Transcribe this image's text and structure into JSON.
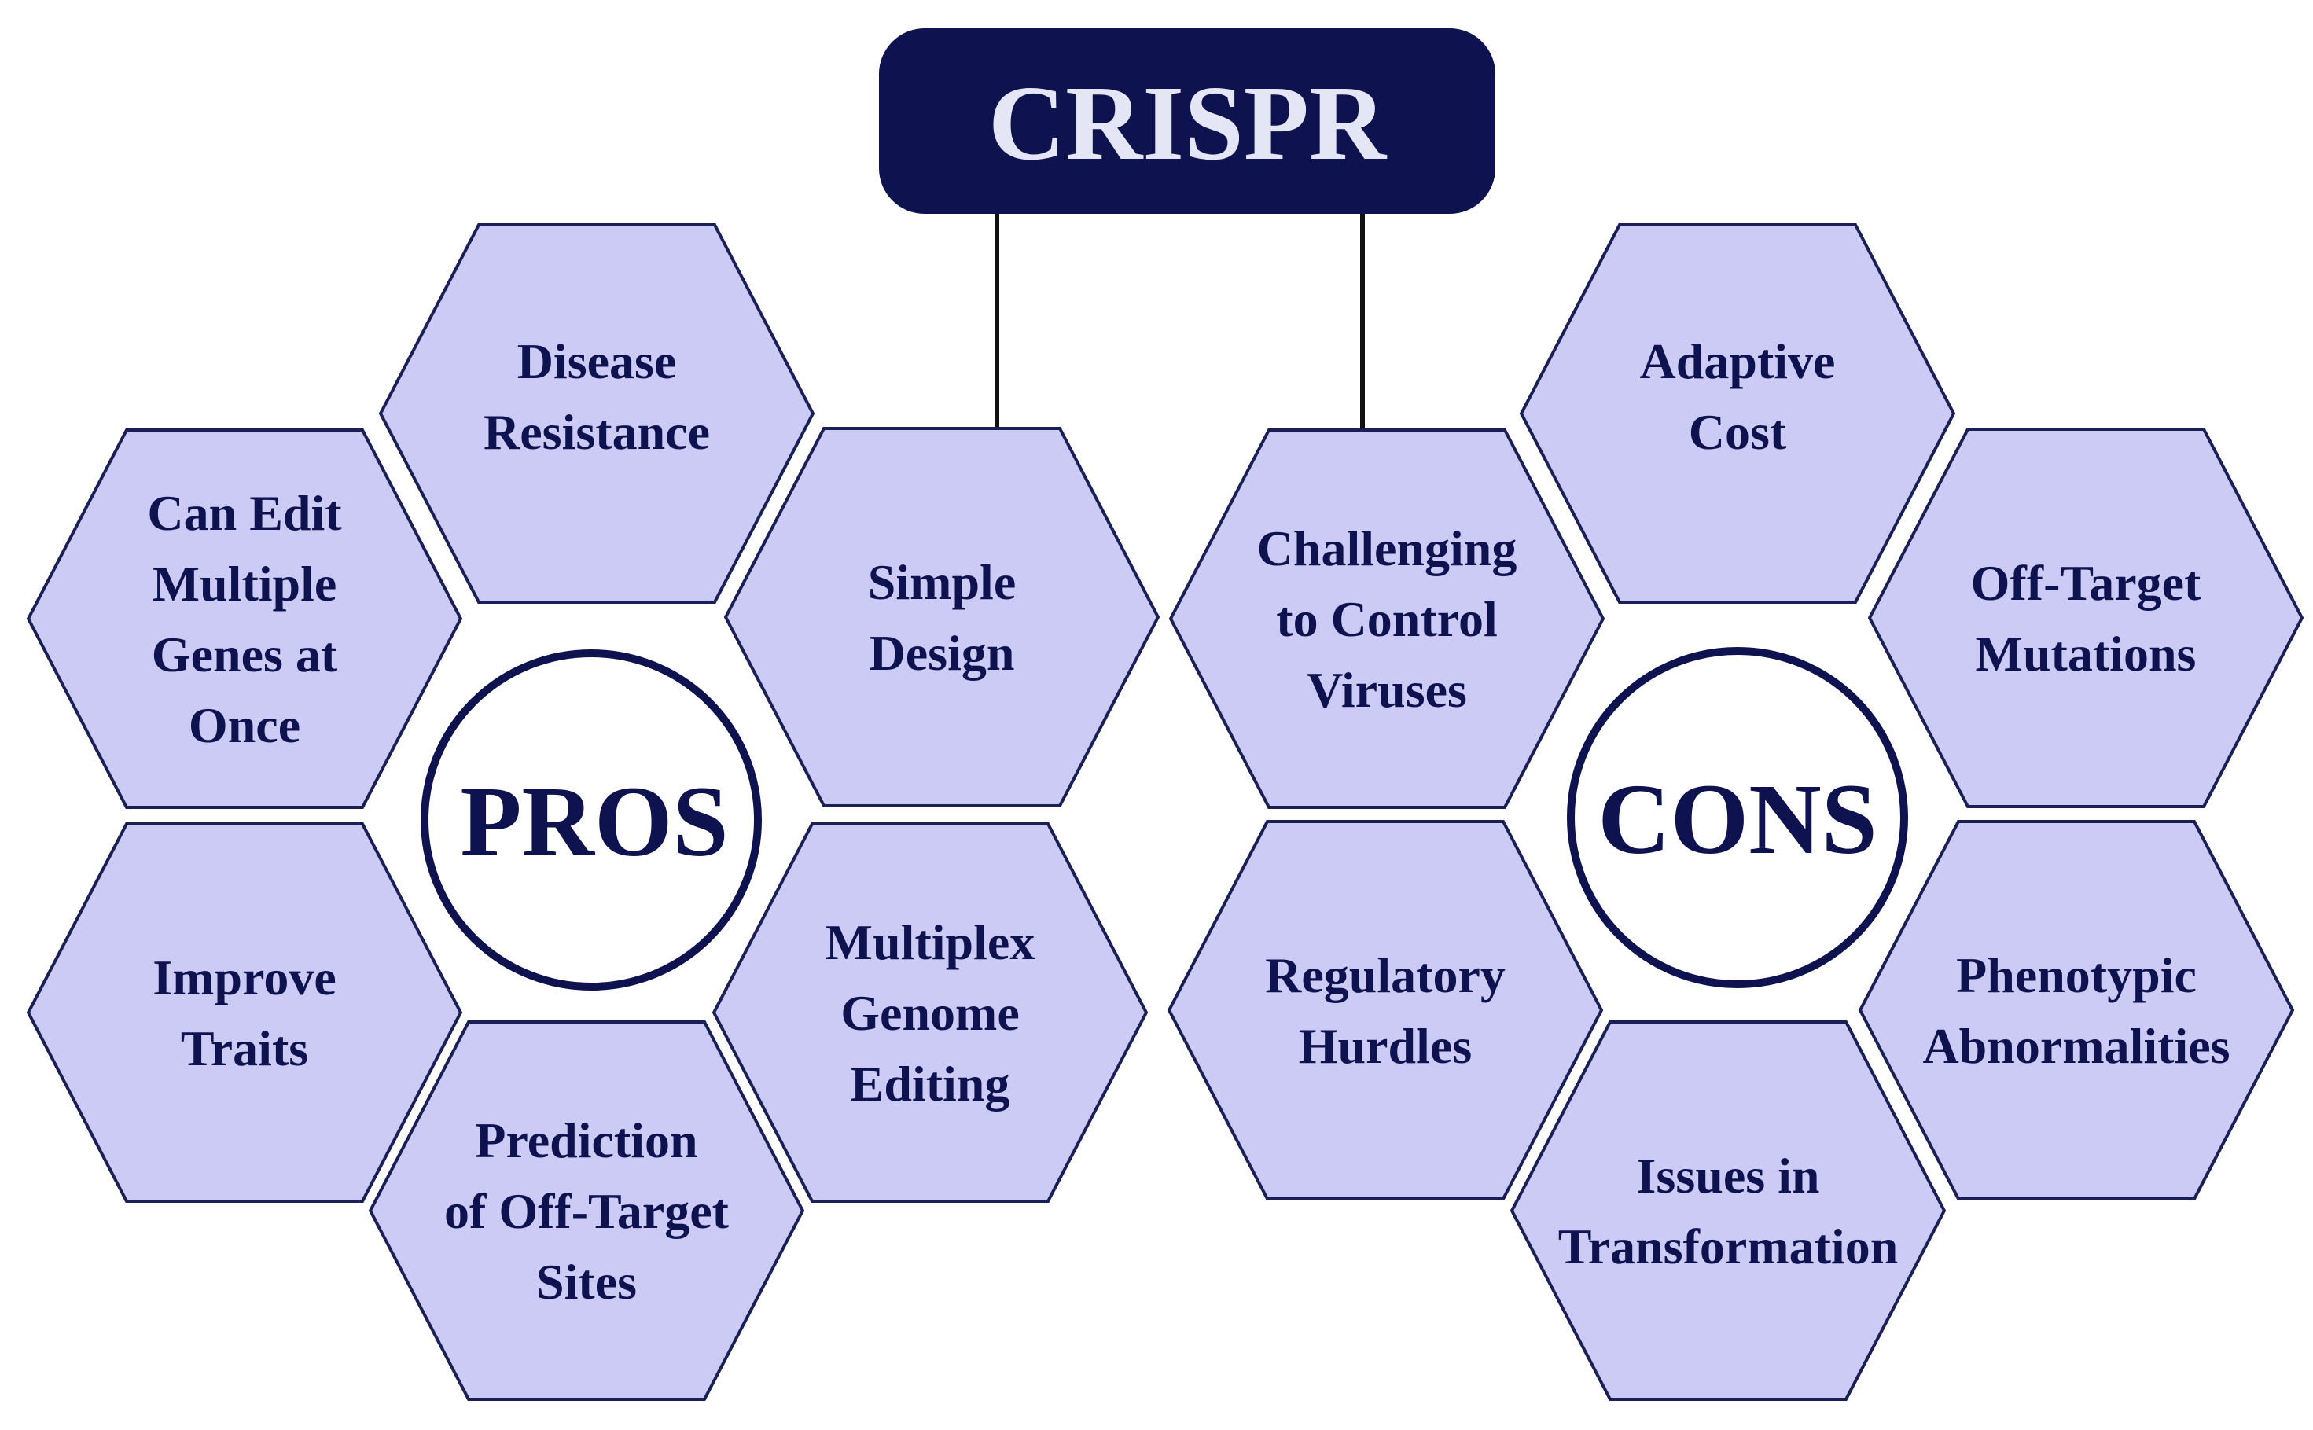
{
  "title": "CRISPR",
  "colors": {
    "title_fill": "#0e1350",
    "title_text": "#e4e6f5",
    "hex_fill": "#cccbf6",
    "hex_stroke": "#1a1f55",
    "circle_fill": "#ffffff",
    "circle_stroke": "#0e1350",
    "text": "#0e1350",
    "connector": "#111111"
  },
  "pros": {
    "label": "PROS",
    "items": [
      {
        "key": "disease",
        "lines": [
          "Disease",
          "Resistance"
        ]
      },
      {
        "key": "simple",
        "lines": [
          "Simple",
          "Design"
        ]
      },
      {
        "key": "multiplex",
        "lines": [
          "Multiplex",
          "Genome",
          "Editing"
        ]
      },
      {
        "key": "prediction",
        "lines": [
          "Prediction",
          "of Off-Target",
          "Sites"
        ]
      },
      {
        "key": "improve",
        "lines": [
          "Improve",
          "Traits"
        ]
      },
      {
        "key": "multi-genes",
        "lines": [
          "Can Edit",
          "Multiple",
          "Genes at",
          "Once"
        ]
      }
    ]
  },
  "cons": {
    "label": "CONS",
    "items": [
      {
        "key": "adaptive",
        "lines": [
          "Adaptive",
          "Cost"
        ]
      },
      {
        "key": "off-target",
        "lines": [
          "Off-Target",
          "Mutations"
        ]
      },
      {
        "key": "phenotypic",
        "lines": [
          "Phenotypic",
          "Abnormalities"
        ]
      },
      {
        "key": "transformation",
        "lines": [
          "Issues in",
          "Transformation"
        ]
      },
      {
        "key": "regulatory",
        "lines": [
          "Regulatory",
          "Hurdles"
        ]
      },
      {
        "key": "viruses",
        "lines": [
          "Challenging",
          "to Control",
          "Viruses"
        ]
      }
    ]
  }
}
